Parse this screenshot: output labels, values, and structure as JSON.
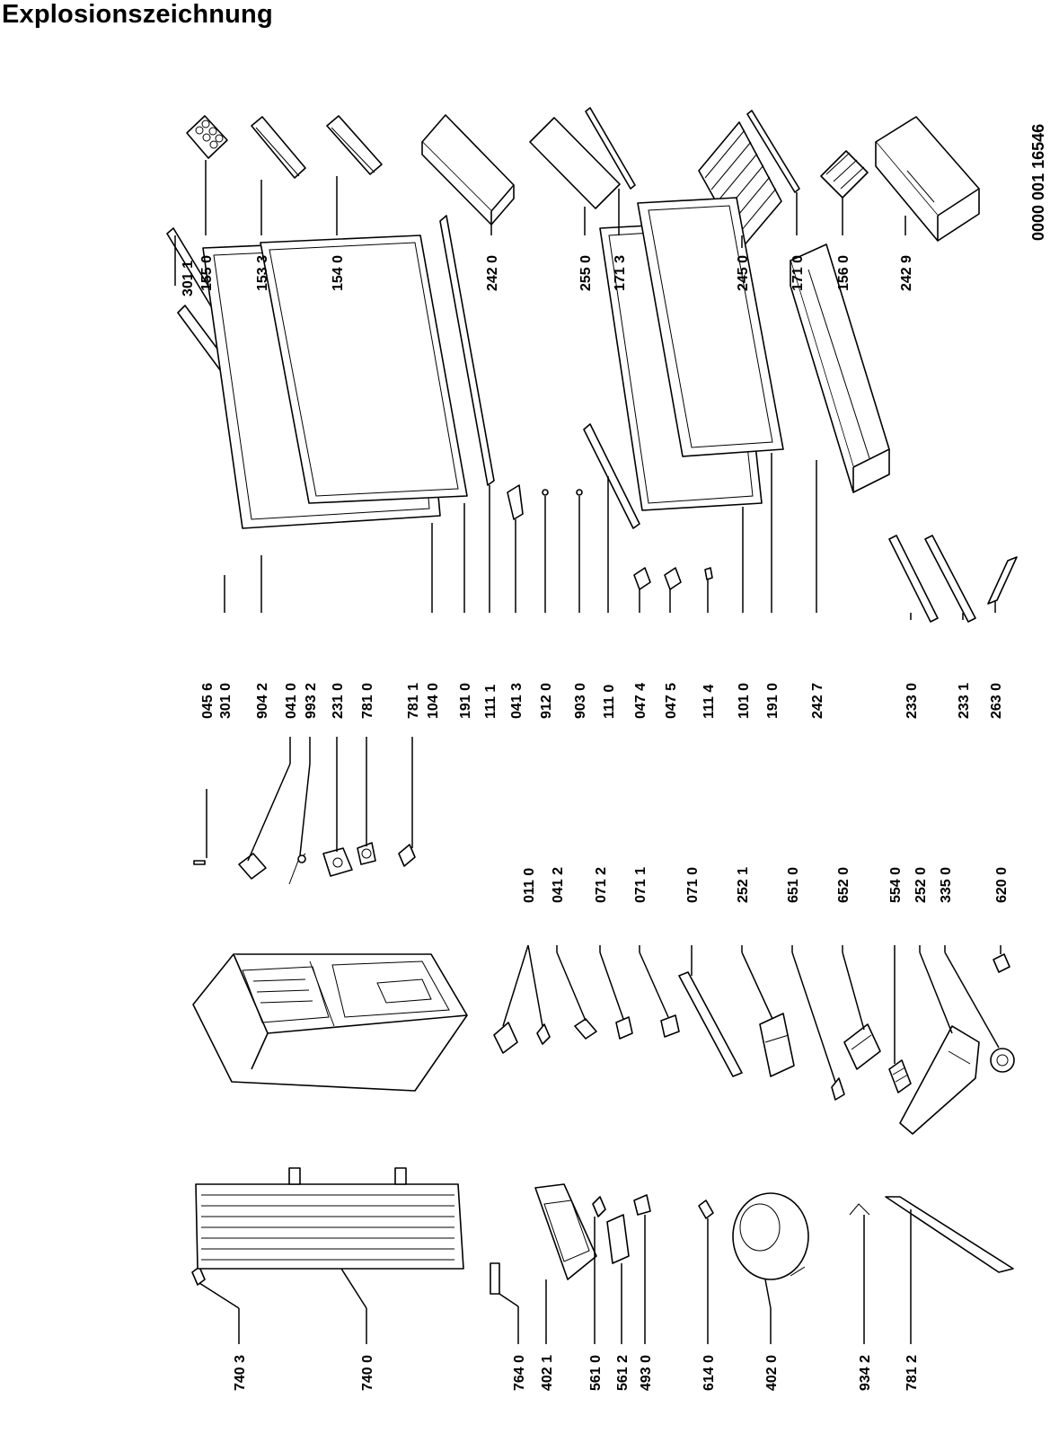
{
  "title": "Explosionszeichnung",
  "document_number": "0000 001 16546",
  "parts": [
    {
      "key": "p1553",
      "label": "155 0"
    },
    {
      "key": "p1533",
      "label": "153 3"
    },
    {
      "key": "p1540",
      "label": "154 0"
    },
    {
      "key": "p2420",
      "label": "242 0"
    },
    {
      "key": "p2550",
      "label": "255 0"
    },
    {
      "key": "p1713",
      "label": "171 3"
    },
    {
      "key": "p2450",
      "label": "245 0"
    },
    {
      "key": "p1710",
      "label": "171 0"
    },
    {
      "key": "p1560",
      "label": "156 0"
    },
    {
      "key": "p2429",
      "label": "242 9"
    },
    {
      "key": "p3011",
      "label": "301 1"
    },
    {
      "key": "p0456",
      "label": "045 6"
    },
    {
      "key": "p3010",
      "label": "301 0"
    },
    {
      "key": "p9042",
      "label": "904 2"
    },
    {
      "key": "p0410",
      "label": "041 0"
    },
    {
      "key": "p9932",
      "label": "993 2"
    },
    {
      "key": "p2310",
      "label": "231 0"
    },
    {
      "key": "p7810",
      "label": "781 0"
    },
    {
      "key": "p7811",
      "label": "781 1"
    },
    {
      "key": "p1040",
      "label": "104 0"
    },
    {
      "key": "p1910a",
      "label": "191 0"
    },
    {
      "key": "p1111",
      "label": "111 1"
    },
    {
      "key": "p0413",
      "label": "041 3"
    },
    {
      "key": "p9120",
      "label": "912 0"
    },
    {
      "key": "p9030",
      "label": "903 0"
    },
    {
      "key": "p1110",
      "label": "111 0"
    },
    {
      "key": "p0474",
      "label": "047 4"
    },
    {
      "key": "p0475",
      "label": "047 5"
    },
    {
      "key": "p1114",
      "label": "111 4"
    },
    {
      "key": "p1010",
      "label": "101 0"
    },
    {
      "key": "p1910b",
      "label": "191 0"
    },
    {
      "key": "p2427",
      "label": "242 7"
    },
    {
      "key": "p2330",
      "label": "233 0"
    },
    {
      "key": "p2331",
      "label": "233 1"
    },
    {
      "key": "p2630",
      "label": "263 0"
    },
    {
      "key": "p0110",
      "label": "011 0"
    },
    {
      "key": "p0412",
      "label": "041 2"
    },
    {
      "key": "p0712",
      "label": "071 2"
    },
    {
      "key": "p0711",
      "label": "071 1"
    },
    {
      "key": "p0710",
      "label": "071 0"
    },
    {
      "key": "p2521",
      "label": "252 1"
    },
    {
      "key": "p6510",
      "label": "651 0"
    },
    {
      "key": "p6520",
      "label": "652 0"
    },
    {
      "key": "p5540",
      "label": "554 0"
    },
    {
      "key": "p2520",
      "label": "252 0"
    },
    {
      "key": "p3350",
      "label": "335 0"
    },
    {
      "key": "p6200",
      "label": "620 0"
    },
    {
      "key": "p7403",
      "label": "740 3"
    },
    {
      "key": "p7400",
      "label": "740 0"
    },
    {
      "key": "p7640",
      "label": "764 0"
    },
    {
      "key": "p4021",
      "label": "402 1"
    },
    {
      "key": "p5610",
      "label": "561 0"
    },
    {
      "key": "p5612",
      "label": "561 2"
    },
    {
      "key": "p4930",
      "label": "493 0"
    },
    {
      "key": "p6140",
      "label": "614 0"
    },
    {
      "key": "p4020",
      "label": "402 0"
    },
    {
      "key": "p9342",
      "label": "934 2"
    },
    {
      "key": "p7812",
      "label": "781 2"
    }
  ]
}
